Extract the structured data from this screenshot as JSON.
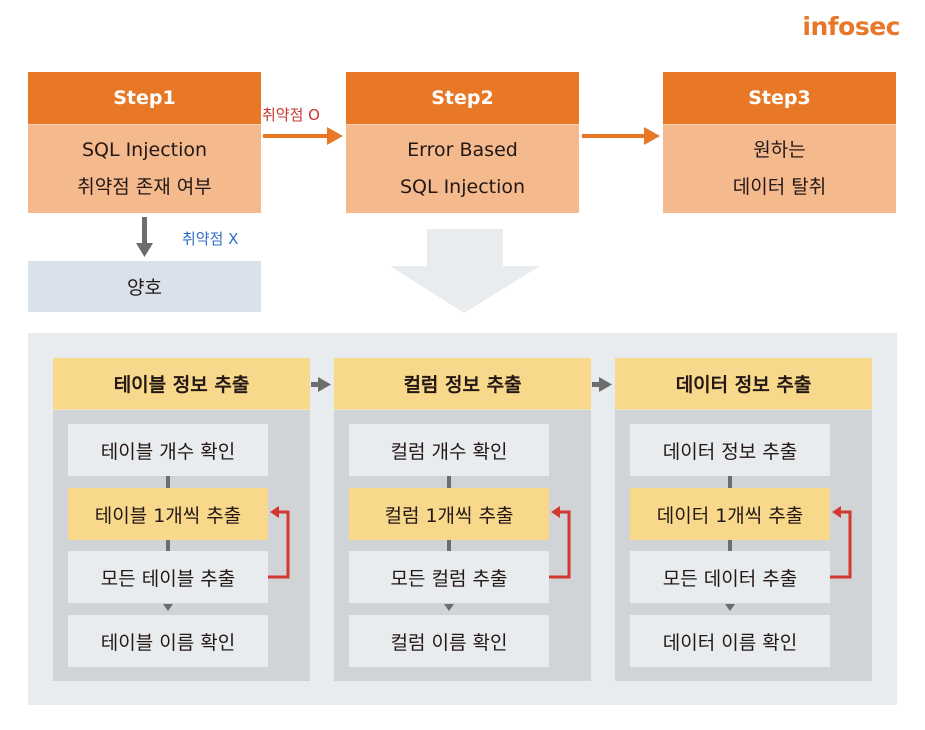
{
  "brand": "infosec",
  "colors": {
    "step_header": "#e87826",
    "step_body": "#f4b98d",
    "vuln_yes": "#c8372d",
    "vuln_no": "#2f6fc4",
    "good_box": "#d9e2ea",
    "panel": "#e9ecee",
    "column_body": "#d0d4d6",
    "highlight": "#f8d88a",
    "arrow_gray": "#6d6d6d",
    "loop_red": "#d2382f"
  },
  "steps": [
    {
      "title": "Step1",
      "lines": [
        "SQL Injection",
        "취약점 존재 여부"
      ]
    },
    {
      "title": "Step2",
      "lines": [
        "Error Based",
        "SQL Injection"
      ]
    },
    {
      "title": "Step3",
      "lines": [
        "원하는",
        "데이터 탈취"
      ]
    }
  ],
  "edges": {
    "vulnerable_label": "취약점 O",
    "not_vulnerable_label": "취약점 X"
  },
  "result_good": "양호",
  "columns": [
    {
      "title": "테이블 정보 추출",
      "items": [
        {
          "label": "테이블 개수 확인",
          "highlight": false
        },
        {
          "label": "테이블 1개씩 추출",
          "highlight": true
        },
        {
          "label": "모든 테이블 추출",
          "highlight": false
        },
        {
          "label": "테이블 이름 확인",
          "highlight": false
        }
      ]
    },
    {
      "title": "컬럼 정보 추출",
      "items": [
        {
          "label": "컬럼 개수 확인",
          "highlight": false
        },
        {
          "label": "컬럼 1개씩 추출",
          "highlight": true
        },
        {
          "label": "모든 컬럼 추출",
          "highlight": false
        },
        {
          "label": "컬럼 이름 확인",
          "highlight": false
        }
      ]
    },
    {
      "title": "데이터 정보 추출",
      "items": [
        {
          "label": "데이터 정보 추출",
          "highlight": false
        },
        {
          "label": "데이터 1개씩 추출",
          "highlight": true
        },
        {
          "label": "모든 데이터 추출",
          "highlight": false
        },
        {
          "label": "데이터 이름 확인",
          "highlight": false
        }
      ]
    }
  ]
}
